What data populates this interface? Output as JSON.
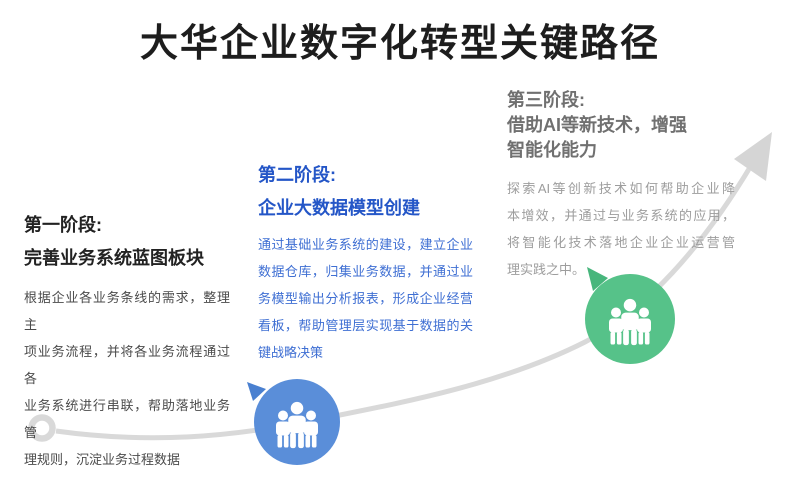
{
  "title": "大华企业数字化转型关键路径",
  "stages": [
    {
      "name": "stage-1",
      "heading_lines": [
        "第一阶段:",
        "完善业务系统蓝图板块"
      ],
      "heading_color": "#222222",
      "body_color": "#4b4b4b",
      "body_lines": [
        "根据企业各业务条线的需求，整理主",
        "项业务流程，并将各业务流程通过各",
        "业务系统进行串联，帮助落地业务管",
        "理规则，沉淀业务过程数据"
      ]
    },
    {
      "name": "stage-2",
      "heading_lines": [
        "第二阶段:",
        "企业大数据模型创建"
      ],
      "heading_color": "#2456c7",
      "body_color": "#3f6fd3",
      "body_lines": [
        "通过基础业务系统的建设，建立企业",
        "数据仓库，归集业务数据，并通过业",
        "务模型输出分析报表，形成企业经营",
        "看板，帮助管理层实现基于数据的关",
        "键战略决策"
      ]
    },
    {
      "name": "stage-3",
      "heading_lines": [
        "第三阶段:",
        "借助AI等新技术，增强",
        "智能化能力"
      ],
      "heading_color": "#707070",
      "body_color": "#9d9d9d",
      "body_lines": [
        "探索AI等创新技术如何帮助企业降",
        "本增效，并通过与业务系统的应用，",
        "将智能化技术落地企业企业运营管",
        "理实践之中。"
      ]
    }
  ],
  "graphics": {
    "curve_color": "#d9d9d9",
    "arrowhead_color": "#d5d5d5",
    "start_ring_color": "#d9d9d9",
    "milestone_1_color": "#5a8ed9",
    "milestone_2_color": "#56c289",
    "people_icon_color": "#ffffff"
  }
}
